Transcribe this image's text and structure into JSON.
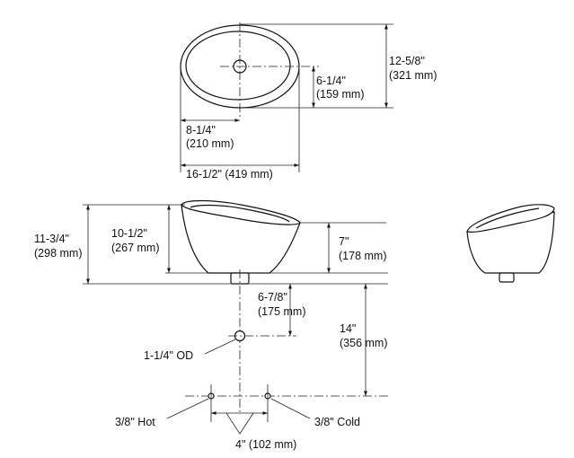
{
  "top_view": {
    "depth_in": "12-5/8\"",
    "depth_mm": "(321 mm)",
    "drain_offset_in": "6-1/4\"",
    "drain_offset_mm": "(159 mm)",
    "drain_side_in": "8-1/4\"",
    "drain_side_mm": "(210 mm)",
    "width": "16-1/2\" (419 mm)"
  },
  "front_view": {
    "overall_height_in": "11-3/4\"",
    "overall_height_mm": "(298 mm)",
    "bowl_height_in": "10-1/2\"",
    "bowl_height_mm": "(267 mm)",
    "rim_drop_in": "7\"",
    "rim_drop_mm": "(178 mm)",
    "drain_to_tailpiece_in": "6-7/8\"",
    "drain_to_tailpiece_mm": "(175 mm)",
    "counter_to_supply_in": "14\"",
    "counter_to_supply_mm": "(356 mm)",
    "tailpiece_od": "1-1/4\" OD",
    "hot_label": "3/8\" Hot",
    "cold_label": "3/8\" Cold",
    "supply_spacing": "4\" (102 mm)"
  }
}
